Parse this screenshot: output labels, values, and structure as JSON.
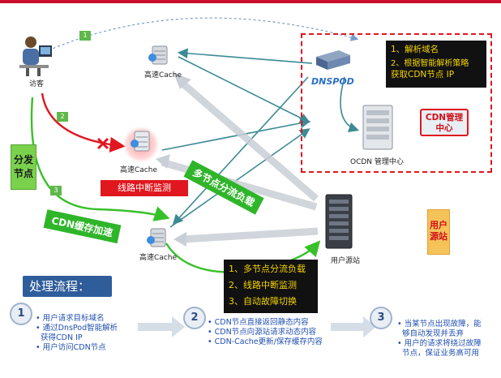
{
  "nodes": {
    "visitor": "访客",
    "cache_top": "高速Cache",
    "cache_mid": "高速Cache",
    "cache_bottom": "高速Cache",
    "dnspod": "DNSPOD",
    "ocdn": "OCDN 管理中心",
    "origin": "用户源站"
  },
  "step_badges": [
    "1",
    "2",
    "3"
  ],
  "mgmt_note": {
    "line1": "1、解析域名",
    "line2": "2、根据智能解析策略",
    "line3": "获取CDN节点 IP"
  },
  "boxes": {
    "cdn_mgmt": "CDN管理中心",
    "distribute_node": "分发节点",
    "user_origin": "用户源站",
    "line_monitor": "线路中断监测"
  },
  "banners": {
    "load_balance": "多节点分流负载",
    "cdn_cache": "CDN缓存加速"
  },
  "features": [
    "1、多节点分流负载",
    "2、线路中断监测",
    "3、自动故障切换"
  ],
  "process": {
    "title": "处理流程：",
    "steps": [
      {
        "num": "1",
        "items": [
          "用户请求目标域名",
          "通过DnsPod智能解析",
          "获得CDN IP",
          "用户访问CDN节点"
        ]
      },
      {
        "num": "2",
        "items": [
          "CDN节点直接返回静态内容",
          "CDN节点向源站请求动态内容",
          "CDN-Cache更新/保存缓存内容"
        ]
      },
      {
        "num": "3",
        "items": [
          "当某节点出现故障，能",
          "够自动发现并丢弃",
          "用户的请求将绕过故障",
          "节点，保证业务高可用"
        ]
      }
    ]
  }
}
